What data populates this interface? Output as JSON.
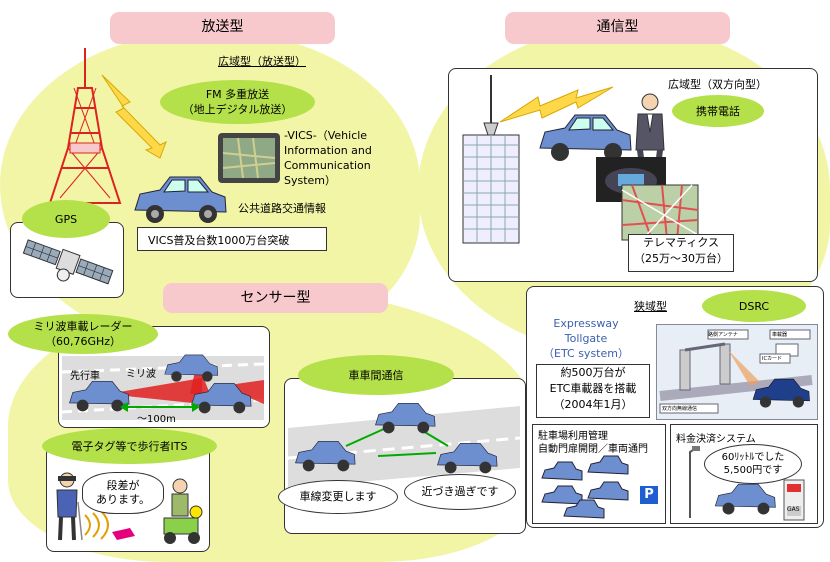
{
  "broadcast": {
    "header": "放送型",
    "wide_area": "広域型（放送型）",
    "fm_line1": "FM 多重放送",
    "fm_line2": "（地上デジタル放送）",
    "vics_line1": "-VICS-（Vehicle",
    "vics_line2": "Information and",
    "vics_line3": "Communication",
    "vics_line4": "System）",
    "traffic_info": "公共道路交通情報",
    "vics_units": "VICS普及台数1000万台突破",
    "gps": "GPS"
  },
  "communication": {
    "header": "通信型",
    "wide_area": "広域型（双方向型）",
    "mobile": "携帯電話",
    "telematics_line1": "テレマティクス",
    "telematics_line2": "（25万〜30万台）"
  },
  "sensor": {
    "header": "センサー型",
    "radar_line1": "ミリ波車載レーダー",
    "radar_line2": "（60,76GHz）",
    "lead_car": "先行車",
    "mm_wave": "ミリ波",
    "distance": "〜100m",
    "pedestrian_its": "電子タグ等で歩行者ITS",
    "bubble_step_line1": "段差が",
    "bubble_step_line2": "あります。",
    "v2v": "車車間通信",
    "lane_change": "車線変更します",
    "too_close": "近づき過ぎです"
  },
  "dsrc": {
    "narrow_area": "狭域型",
    "badge": "DSRC",
    "etc_line1": "Expressway",
    "etc_line2": "Tollgate",
    "etc_line3": "（ETC system）",
    "count_line1": "約500万台が",
    "count_line2": "ETC車載器を搭載",
    "count_line3": "（2004年1月）",
    "parking_line1": "駐車場利用管理",
    "parking_line2": "自動門扉開閉／車両通門",
    "parking_p": "P",
    "payment": "料金決済システム",
    "fuel_line1": "60ﾘｯﾄﾙでした",
    "fuel_line2": "5,500円です",
    "gas": "GAS",
    "antenna_label": "路側アンテナ",
    "unit_label": "車載器",
    "ic_card": "ICカード",
    "system_label": "双方向無線通信"
  },
  "colors": {
    "blob": "#f2f5a6",
    "header_pink": "#f7c9cc",
    "oval_green": "#b4e04a",
    "car_blue": "#6d8fd0",
    "panel_border": "#333333",
    "etc_text": "#3b5fb0"
  }
}
